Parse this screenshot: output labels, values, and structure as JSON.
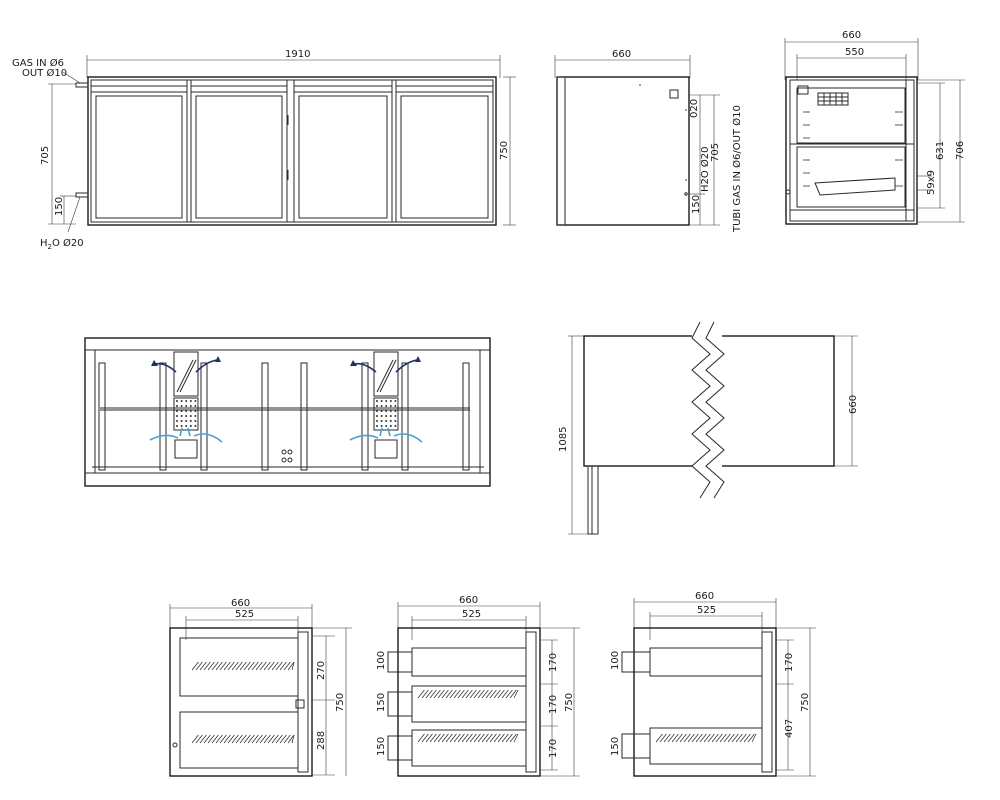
{
  "front_view": {
    "width": "1910",
    "height_total": "750",
    "height_gas": "705",
    "height_water": "150",
    "label_gas_in": "GAS IN Ø6",
    "label_gas_out": "OUT Ø10",
    "label_water_h": "H",
    "label_water_sub": "2",
    "label_water_rest": "O Ø20"
  },
  "side_view": {
    "width": "660",
    "dim_water": "H2O Ø20",
    "dim_705": "705",
    "dim_150": "150",
    "dim_020": "020",
    "label_gas_pipes": "TUBI GAS IN Ø6/OUT Ø10"
  },
  "section_view": {
    "width_outer": "660",
    "width_inner": "550",
    "height_631": "631",
    "height_706": "706",
    "slot": "59x9"
  },
  "plan_view": {
    "description": ""
  },
  "top_side_view": {
    "depth": "660",
    "length": "1085"
  },
  "drawer_views": [
    {
      "w_outer": "660",
      "w_inner": "525",
      "h_total": "750",
      "right_dims": [
        "270",
        "288"
      ],
      "left_dims": []
    },
    {
      "w_outer": "660",
      "w_inner": "525",
      "h_total": "750",
      "right_dims": [
        "170",
        "170",
        "170"
      ],
      "left_dims": [
        "100",
        "150",
        "150"
      ]
    },
    {
      "w_outer": "660",
      "w_inner": "525",
      "h_total": "750",
      "right_dims": [
        "170",
        "407"
      ],
      "left_dims": [
        "100",
        "150"
      ]
    }
  ]
}
